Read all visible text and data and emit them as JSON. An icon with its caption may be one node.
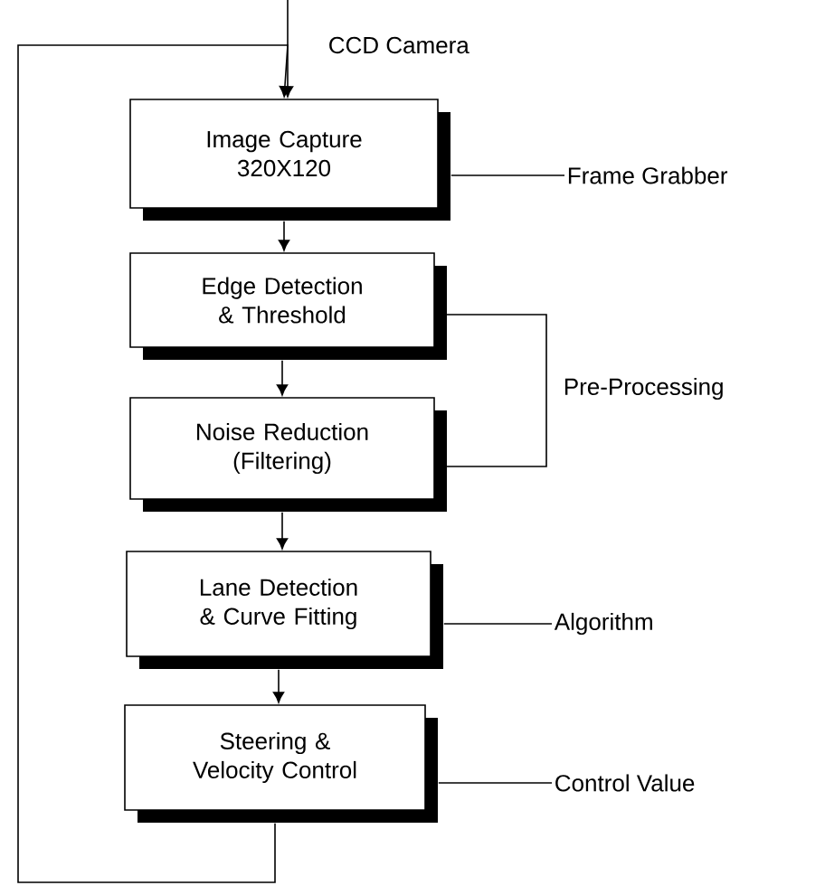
{
  "diagram": {
    "nodes": [
      {
        "text": [
          "Image Capture 320X120"
        ]
      },
      {
        "text": [
          "Edge Detection & Threshold"
        ]
      },
      {
        "text": [
          "Noise Reduction (Filtering)"
        ]
      },
      {
        "text": [
          "Lane Detection & Curve Fitting"
        ]
      },
      {
        "text": [
          "Steering & Velocity Control"
        ]
      },
      {
        "text": [
          "Frame Grabber"
        ]
      },
      {
        "text": [
          "Algorithm"
        ]
      },
      {
        "text": [
          "Control Value"
        ]
      }
    ],
    "edges": [
      {
        "from": null,
        "to": 0,
        "arrow": "to"
      },
      {
        "from": 0,
        "to": 1,
        "arrow": "to"
      },
      {
        "from": 1,
        "to": 2,
        "arrow": "to"
      },
      {
        "from": 2,
        "to": 3,
        "arrow": "to"
      },
      {
        "from": 3,
        "to": 4,
        "arrow": "to"
      },
      {
        "from": 4,
        "to": 0,
        "arrow": "to"
      },
      {
        "from": 5,
        "to": 0,
        "arrow": "none"
      },
      {
        "from": 6,
        "to": 3,
        "arrow": "none"
      },
      {
        "from": 7,
        "to": 4,
        "arrow": "none"
      }
    ],
    "labels": [
      "CCD Camera",
      "Pre-Processing"
    ]
  }
}
